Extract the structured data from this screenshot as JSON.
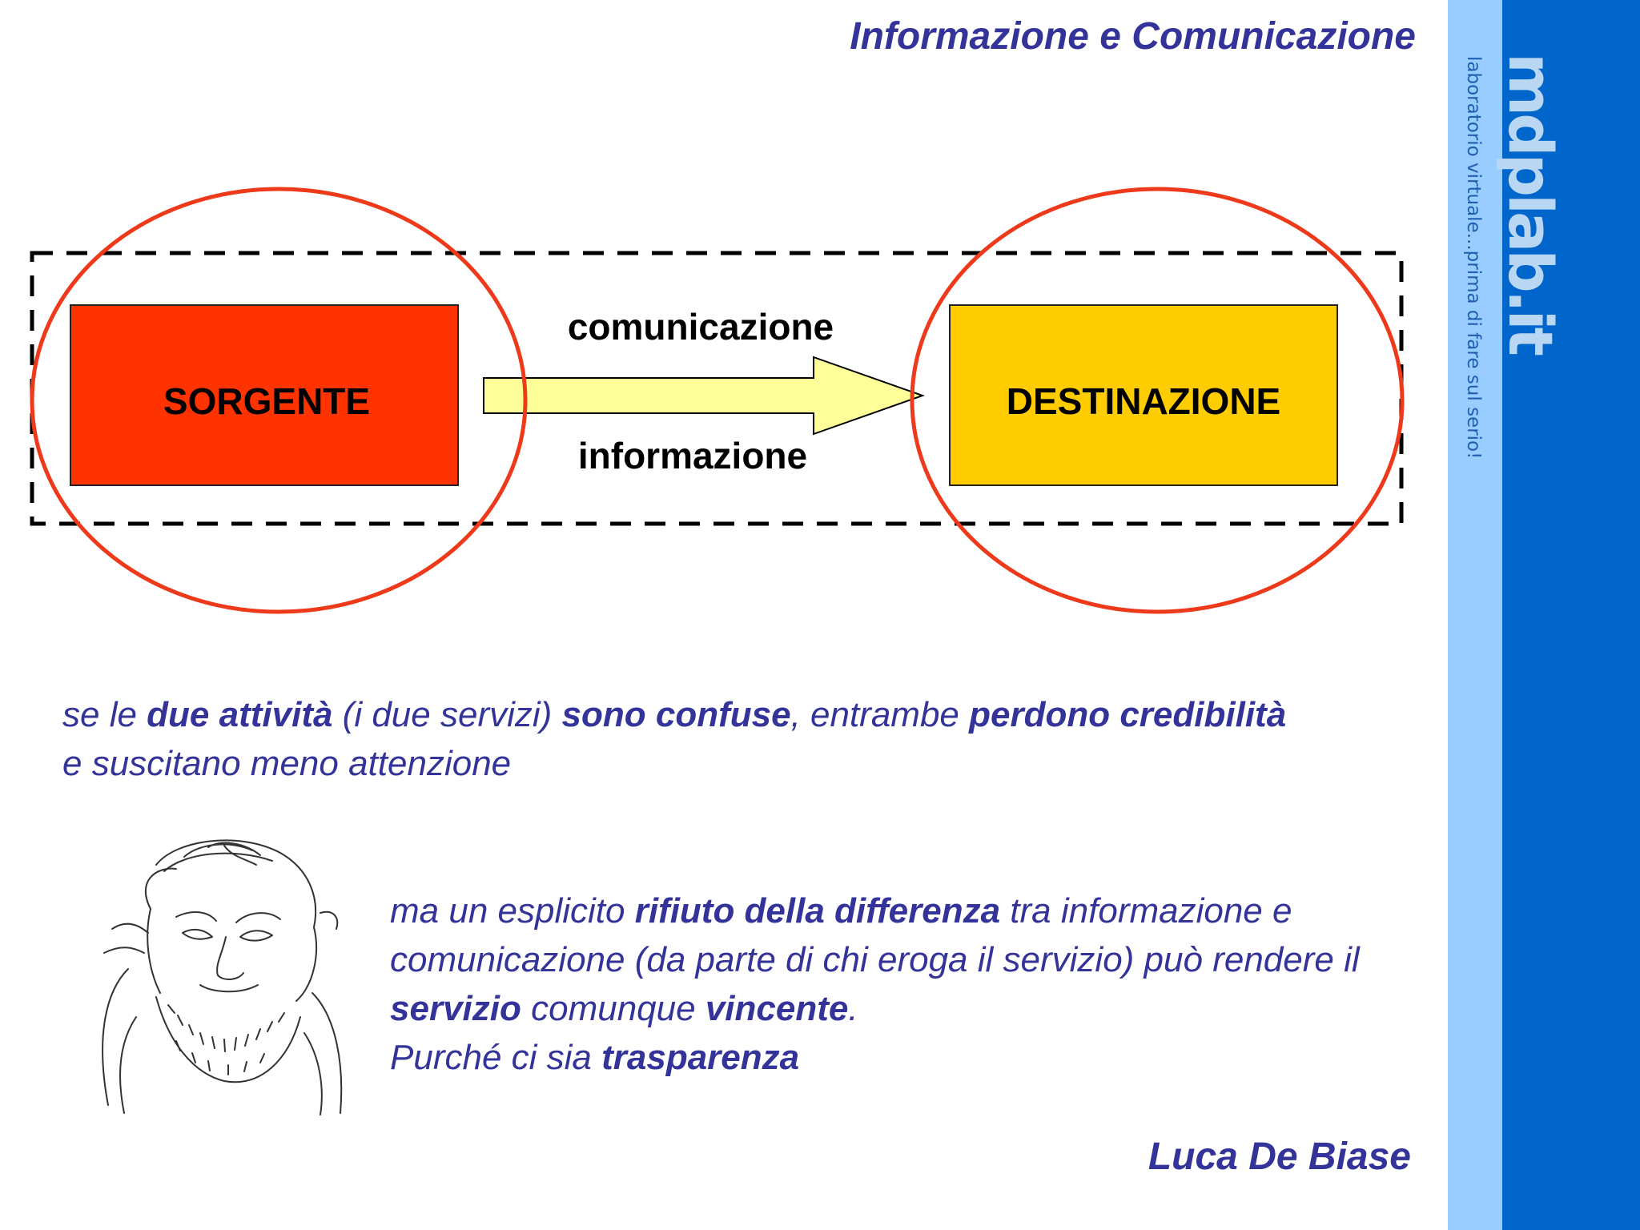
{
  "slide": {
    "title": "Informazione e Comunicazione"
  },
  "brand": {
    "logo_text": "mdplab.it",
    "tagline": "laboratorio virtuale...prima di fare sul serio!",
    "colors": {
      "strip_light": "#99ccff",
      "strip_dark": "#0066cc",
      "logo": "#b9d6f2"
    }
  },
  "diagram": {
    "source_label": "SORGENTE",
    "destination_label": "DESTINAZIONE",
    "arrow_label_top": "comunicazione",
    "arrow_label_bottom": "informazione",
    "colors": {
      "source_box": "#ff3300",
      "destination_box": "#ffcc00",
      "arrow_fill": "#ffff99",
      "ellipse_stroke": "#ee3a1a",
      "dashed_frame": "#000000"
    }
  },
  "paragraph_1": {
    "t1": "se le ",
    "b1": "due attività",
    "t2": " (i due servizi) ",
    "b2": "sono confuse",
    "t3": ", entrambe ",
    "b3": "perdono credibilità",
    "t4": " e suscitano meno attenzione"
  },
  "paragraph_2": {
    "t1": "ma un esplicito ",
    "b1": "rifiuto della differenza",
    "t2": " tra informazione e comunicazione (da parte di chi eroga il servizio) può rendere il ",
    "b2": "servizio",
    "t3": " comunque ",
    "b3": "vincente",
    "t4": ".",
    "t5": "Purché ci sia ",
    "b4": "trasparenza"
  },
  "author": "Luca De Biase",
  "portrait": {
    "icon": "caricature-sketch-icon"
  },
  "text_color": "#333399"
}
